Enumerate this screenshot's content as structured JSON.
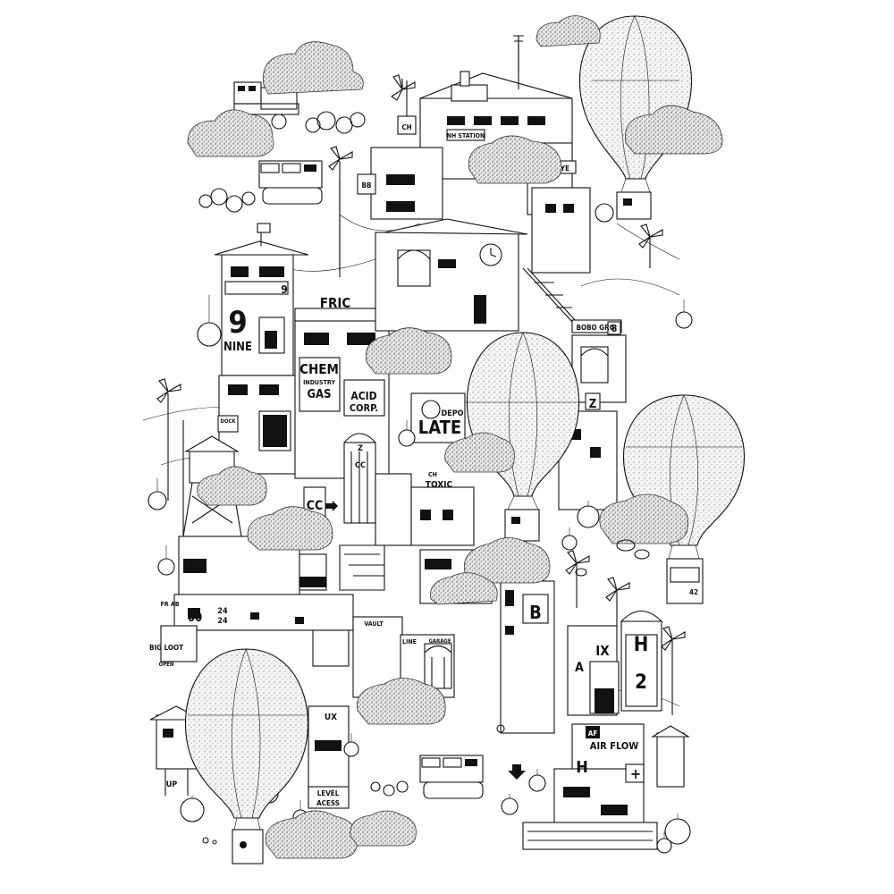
{
  "signs": {
    "ch_top": "CH",
    "nh_station": "NH STATION",
    "lic_eye": "LIC EYE",
    "bb": "BB",
    "fric": "FRIC",
    "nine_digit": "9",
    "nine_word": "NINE",
    "nine_small": "9",
    "chem": "CHEM",
    "industry": "INDUSTRY",
    "gas": "GAS",
    "acid": "ACID",
    "corp": "CORP.",
    "bobo_grg": "BOBO GRG",
    "bobo_num": "8",
    "depo": "DEPO",
    "latex": "LATE",
    "z_top": "Z",
    "dock": "DOCK",
    "z_small": "Z",
    "cc_small": "CC",
    "cc_big": "CC",
    "ch_small": "CH",
    "toxic": "TOXIC",
    "fr_ab": "FR AB",
    "zero_zero": "00",
    "twenty_four_a": "24",
    "twenty_four_b": "24",
    "big_loot": "BIG LOOT",
    "open": "OPEN",
    "vault": "VAULT",
    "line": "LINE",
    "garage": "GARAGE",
    "b_big": "B",
    "ix": "IX",
    "a_letter": "A",
    "h2_h": "H",
    "h2_2": "2",
    "ux": "UX",
    "up": "UP",
    "level": "LEVEL",
    "acess": "ACESS",
    "af": "AF",
    "air_flow": "AIR FLOW",
    "h_letter": "H",
    "plus": "+",
    "basket_num": "42"
  },
  "icons": [
    "windmill-icon",
    "clock-icon",
    "arrow-down-icon",
    "arrow-right-icon"
  ]
}
